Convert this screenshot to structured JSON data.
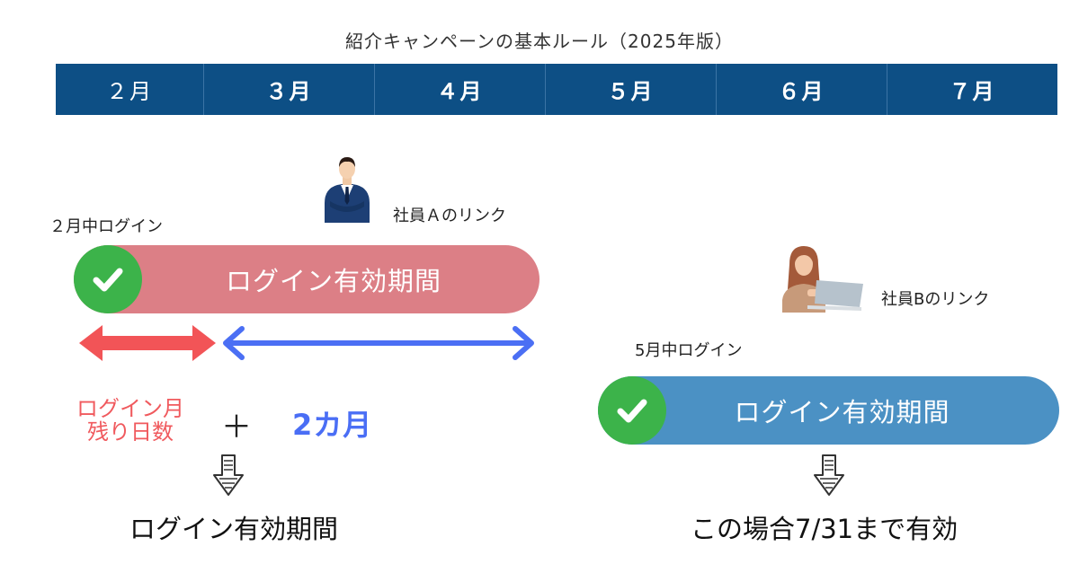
{
  "title": "紹介キャンペーンの基本ルール（2025年版）",
  "timeline": {
    "months": [
      "２月",
      "３月",
      "４月",
      "５月",
      "６月",
      "７月"
    ],
    "header_color": "#0d4f85"
  },
  "employee_a": {
    "link_label": "社員Ａのリンク",
    "login_label": "２月中ログイン",
    "pill_label": "ログイン有効期間",
    "pill_color": "#dc7f86",
    "remaining_label_line1": "ログイン月",
    "remaining_label_line2": "残り日数",
    "plus": "＋",
    "extra_label": "2カ月",
    "result_label": "ログイン有効期間"
  },
  "employee_b": {
    "link_label": "社員Bのリンク",
    "login_label": "5月中ログイン",
    "pill_label": "ログイン有効期間",
    "pill_color": "#4b91c4",
    "result_label": "この場合7/31まで有効"
  },
  "icons": [
    "businessman-icon",
    "woman-laptop-icon",
    "check-icon",
    "double-arrow-icon",
    "down-arrow-icon"
  ]
}
